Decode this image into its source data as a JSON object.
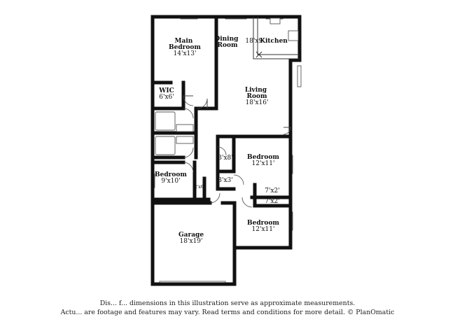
{
  "rooms": {
    "main_bedroom": {
      "name": "Main\nBedroom",
      "dim": "14'x13'"
    },
    "dining": {
      "name": "Dining\nRoom"
    },
    "kitchen": {
      "name": "Kitchen",
      "dim": "18'x9'"
    },
    "wic": {
      "name": "WIC",
      "dim": "6'x6'"
    },
    "living": {
      "name": "Living\nRoom",
      "dim": "18'x16'"
    },
    "bedroom_right_upper": {
      "name": "Bedroom",
      "dim": "12'x11'"
    },
    "closet_3x8": {
      "dim": "3'x8'"
    },
    "closet_3x3": {
      "dim": "3'x3'"
    },
    "bedroom_left": {
      "name": "Bedroom",
      "dim": "9'x10'"
    },
    "closet_2x6": {
      "dim": "2'x6'"
    },
    "closet_7x2_a": {
      "dim": "7'x2'"
    },
    "closet_7x2_b": {
      "dim": "7'x2'"
    },
    "bedroom_right_lower": {
      "name": "Bedroom",
      "dim": "12'x11'"
    },
    "garage": {
      "name": "Garage",
      "dim": "18'x19'"
    }
  },
  "disclaimer": {
    "line1": "Dis... f... dimensions in this illustration serve as approximate measurements.",
    "line2": "Actu... are footage and features may vary. Read terms and conditions for more detail. © PlanOmatic"
  }
}
